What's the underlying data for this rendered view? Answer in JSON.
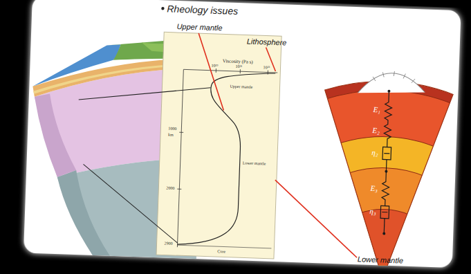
{
  "diagram": {
    "title": "Rheology issues",
    "labels": [
      "Upper mantle",
      "Lithosphere",
      "Viscosity (Pa s)",
      "10¹⁹",
      "10²¹",
      "10²³",
      "Upper mantle",
      "1000",
      "km",
      "2000",
      "Lower mantle",
      "2900",
      "Core",
      "E₁",
      "E₂",
      "η₂",
      "E₃",
      "η₃",
      "Lower mantle"
    ]
  }
}
